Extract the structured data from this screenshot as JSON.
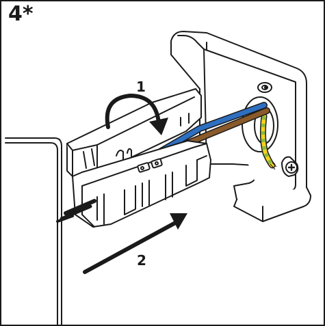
{
  "figure": {
    "step_label": "4*",
    "annotations": [
      {
        "id": "rotate-step",
        "text": "1"
      },
      {
        "id": "push-step",
        "text": "2"
      }
    ]
  },
  "colors": {
    "line": "#1a1a1a",
    "background": "#ffffff",
    "wire_blue": "#2f6fc0",
    "wire_brown": "#8a5a2b",
    "wire_earth_green": "#8fb83a",
    "wire_earth_yellow": "#f2d21b"
  },
  "icons": [
    "curved-arrow-icon",
    "straight-arrow-icon",
    "screw-icon",
    "phillips-screw-icon"
  ]
}
